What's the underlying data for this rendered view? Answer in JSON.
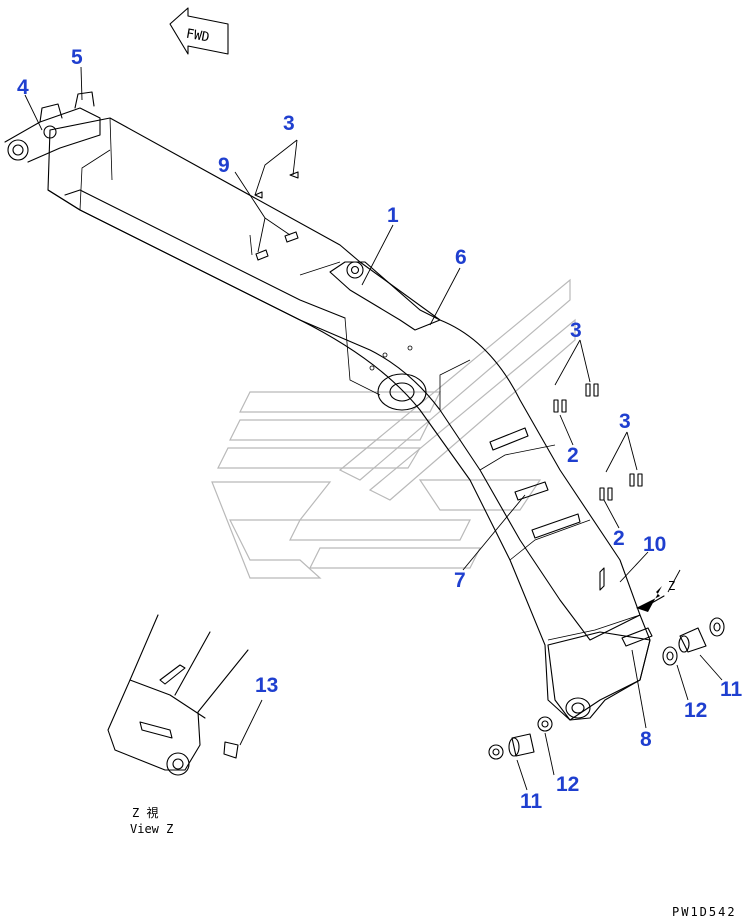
{
  "direction_label": "FWD",
  "drawing_code": "PW1D542",
  "view_label_jp": "Z 視",
  "view_label_en": "View Z",
  "view_marker": "Z",
  "callouts": {
    "c1": "1",
    "c2a": "2",
    "c2b": "2",
    "c3a": "3",
    "c3b": "3",
    "c3c": "3",
    "c4": "4",
    "c5": "5",
    "c6": "6",
    "c7": "7",
    "c8": "8",
    "c9": "9",
    "c10": "10",
    "c11a": "11",
    "c11b": "11",
    "c12a": "12",
    "c12b": "12",
    "c13": "13"
  }
}
